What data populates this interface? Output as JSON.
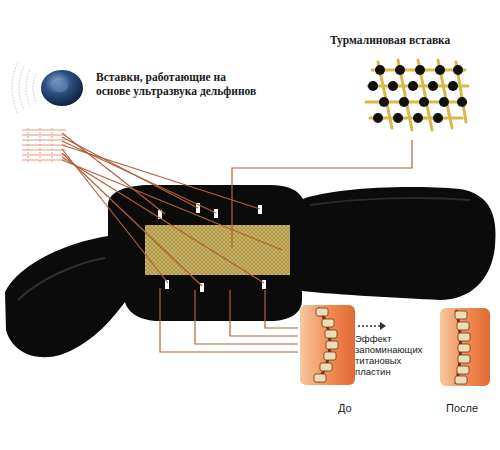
{
  "diagram": {
    "labels": [
      "Вставки, работающие на основе ультразвука дельфинов",
      "Турмалиновая вставка",
      "Эффект запоминающих титановых пластин",
      "До",
      "После"
    ]
  }
}
